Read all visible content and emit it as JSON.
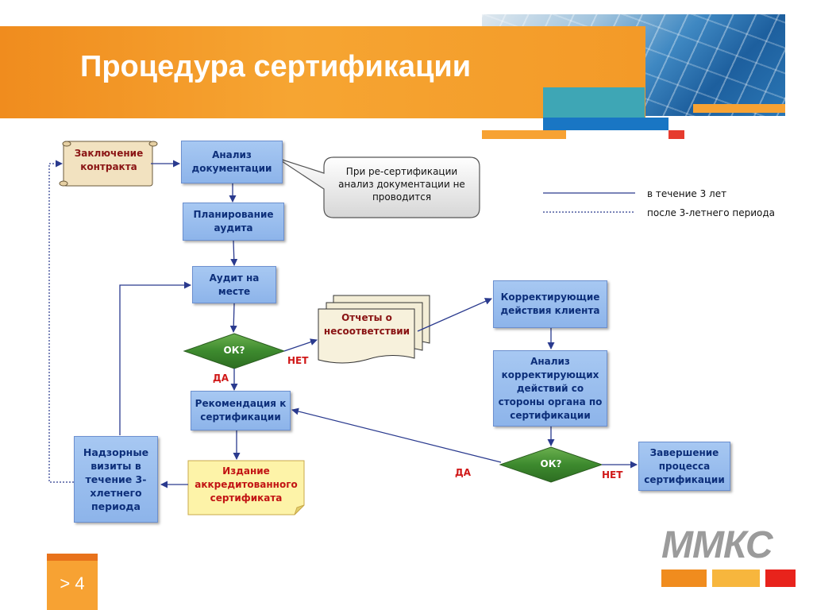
{
  "slide": {
    "title": "Процедура сертификации",
    "page_label": "> 4",
    "logo_text": "ММКС"
  },
  "nodes": {
    "contract": "Заключение контракта",
    "doc_analysis": "Анализ документации",
    "audit_planning": "Планирование аудита",
    "onsite_audit": "Аудит на месте",
    "ok1": "ОК?",
    "nc_reports": "Отчеты о несоответствии",
    "corrective_actions": "Корректирующие действия клиента",
    "ca_analysis": "Анализ корректирующих действий со стороны органа по сертификации",
    "recommendation": "Рекомендация к сертификации",
    "ok2": "ОК?",
    "completion": "Завершение процесса сертификации",
    "issuance": "Издание аккредитованного сертификата",
    "surveillance": "Надзорные визиты в течение 3-хлетнего периода"
  },
  "callout": "При ре-сертификации анализ документации не проводится",
  "edge_labels": {
    "ok1_no": "НЕТ",
    "ok1_yes": "ДА",
    "ok2_yes": "ДА",
    "ok2_no": "НЕТ"
  },
  "legend": {
    "solid": "в течение 3 лет",
    "dotted": "после 3-летнего периода"
  },
  "colors": {
    "orange": "#f39a28",
    "box_fill": "#94b9ed",
    "box_text": "#0d2f7a",
    "arrow": "#2a3a8e",
    "diamond": "#3d8a2e",
    "red_label": "#d01818"
  }
}
